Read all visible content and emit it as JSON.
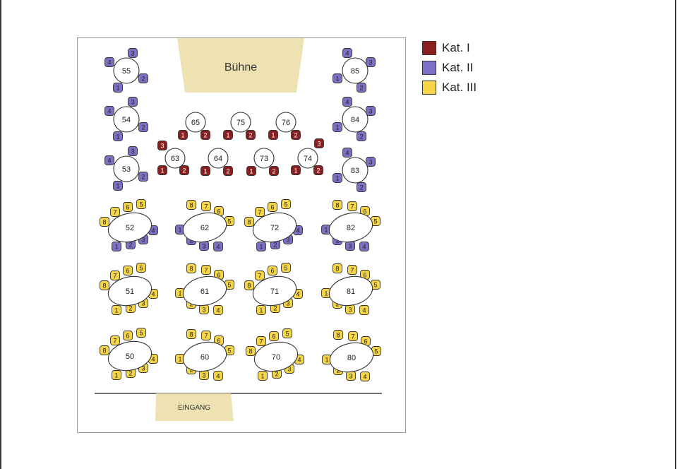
{
  "colors": {
    "kat1": "#8b1f1f",
    "kat2": "#7b70c4",
    "kat3": "#f5d547",
    "stage_fill": "#eee2b3",
    "outline": "#333333"
  },
  "legend": [
    {
      "label": "Kat. I",
      "color": "#8b1f1f"
    },
    {
      "label": "Kat. II",
      "color": "#7b70c4"
    },
    {
      "label": "Kat. III",
      "color": "#f5d547"
    }
  ],
  "plan": {
    "stage_label": "Bühne",
    "entrance_label": "EINGANG"
  },
  "tables": [
    {
      "number": "55",
      "shape": "round",
      "seats": [
        {
          "n": "4",
          "cat": "kat2"
        },
        {
          "n": "3",
          "cat": "kat2"
        },
        {
          "n": "1",
          "cat": "kat2"
        },
        {
          "n": "2",
          "cat": "kat2"
        }
      ]
    },
    {
      "number": "54",
      "shape": "round",
      "seats": [
        {
          "n": "4",
          "cat": "kat2"
        },
        {
          "n": "3",
          "cat": "kat2"
        },
        {
          "n": "1",
          "cat": "kat2"
        },
        {
          "n": "2",
          "cat": "kat2"
        }
      ]
    },
    {
      "number": "53",
      "shape": "round",
      "seats": [
        {
          "n": "4",
          "cat": "kat2"
        },
        {
          "n": "3",
          "cat": "kat2"
        },
        {
          "n": "1",
          "cat": "kat2"
        },
        {
          "n": "2",
          "cat": "kat2"
        }
      ]
    },
    {
      "number": "85",
      "shape": "round",
      "seats": [
        {
          "n": "4",
          "cat": "kat2"
        },
        {
          "n": "3",
          "cat": "kat2"
        },
        {
          "n": "1",
          "cat": "kat2"
        },
        {
          "n": "2",
          "cat": "kat2"
        }
      ]
    },
    {
      "number": "84",
      "shape": "round",
      "seats": [
        {
          "n": "4",
          "cat": "kat2"
        },
        {
          "n": "3",
          "cat": "kat2"
        },
        {
          "n": "1",
          "cat": "kat2"
        },
        {
          "n": "2",
          "cat": "kat2"
        }
      ]
    },
    {
      "number": "83",
      "shape": "round",
      "seats": [
        {
          "n": "4",
          "cat": "kat2"
        },
        {
          "n": "3",
          "cat": "kat2"
        },
        {
          "n": "1",
          "cat": "kat2"
        },
        {
          "n": "2",
          "cat": "kat2"
        }
      ]
    },
    {
      "number": "65",
      "shape": "round",
      "seats": [
        {
          "n": "1",
          "cat": "kat1"
        },
        {
          "n": "2",
          "cat": "kat1"
        }
      ]
    },
    {
      "number": "75",
      "shape": "round",
      "seats": [
        {
          "n": "1",
          "cat": "kat1"
        },
        {
          "n": "2",
          "cat": "kat1"
        }
      ]
    },
    {
      "number": "76",
      "shape": "round",
      "seats": [
        {
          "n": "1",
          "cat": "kat1"
        },
        {
          "n": "2",
          "cat": "kat1"
        }
      ]
    },
    {
      "number": "63",
      "shape": "round",
      "seats": [
        {
          "n": "3",
          "cat": "kat1"
        },
        {
          "n": "1",
          "cat": "kat1"
        },
        {
          "n": "2",
          "cat": "kat1"
        }
      ]
    },
    {
      "number": "64",
      "shape": "round",
      "seats": [
        {
          "n": "1",
          "cat": "kat1"
        },
        {
          "n": "2",
          "cat": "kat1"
        }
      ]
    },
    {
      "number": "73",
      "shape": "round",
      "seats": [
        {
          "n": "1",
          "cat": "kat1"
        },
        {
          "n": "2",
          "cat": "kat1"
        }
      ]
    },
    {
      "number": "74",
      "shape": "round",
      "seats": [
        {
          "n": "3",
          "cat": "kat1"
        },
        {
          "n": "1",
          "cat": "kat1"
        },
        {
          "n": "2",
          "cat": "kat1"
        }
      ]
    },
    {
      "number": "52",
      "shape": "oval",
      "seats": [
        {
          "n": "8",
          "cat": "kat3"
        },
        {
          "n": "7",
          "cat": "kat3"
        },
        {
          "n": "6",
          "cat": "kat3"
        },
        {
          "n": "5",
          "cat": "kat3"
        },
        {
          "n": "4",
          "cat": "kat2"
        },
        {
          "n": "3",
          "cat": "kat2"
        },
        {
          "n": "2",
          "cat": "kat2"
        },
        {
          "n": "1",
          "cat": "kat2"
        }
      ]
    },
    {
      "number": "62",
      "shape": "oval",
      "seats": [
        {
          "n": "8",
          "cat": "kat3"
        },
        {
          "n": "7",
          "cat": "kat3"
        },
        {
          "n": "6",
          "cat": "kat3"
        },
        {
          "n": "5",
          "cat": "kat3"
        },
        {
          "n": "1",
          "cat": "kat2"
        },
        {
          "n": "2",
          "cat": "kat2"
        },
        {
          "n": "3",
          "cat": "kat2"
        },
        {
          "n": "4",
          "cat": "kat2"
        }
      ]
    },
    {
      "number": "72",
      "shape": "oval",
      "seats": [
        {
          "n": "8",
          "cat": "kat3"
        },
        {
          "n": "7",
          "cat": "kat3"
        },
        {
          "n": "6",
          "cat": "kat3"
        },
        {
          "n": "5",
          "cat": "kat3"
        },
        {
          "n": "4",
          "cat": "kat2"
        },
        {
          "n": "3",
          "cat": "kat2"
        },
        {
          "n": "2",
          "cat": "kat2"
        },
        {
          "n": "1",
          "cat": "kat2"
        }
      ]
    },
    {
      "number": "82",
      "shape": "oval",
      "seats": [
        {
          "n": "8",
          "cat": "kat3"
        },
        {
          "n": "7",
          "cat": "kat3"
        },
        {
          "n": "6",
          "cat": "kat3"
        },
        {
          "n": "5",
          "cat": "kat3"
        },
        {
          "n": "1",
          "cat": "kat2"
        },
        {
          "n": "2",
          "cat": "kat2"
        },
        {
          "n": "3",
          "cat": "kat2"
        },
        {
          "n": "4",
          "cat": "kat2"
        }
      ]
    },
    {
      "number": "51",
      "shape": "oval",
      "seats": [
        {
          "n": "8",
          "cat": "kat3"
        },
        {
          "n": "7",
          "cat": "kat3"
        },
        {
          "n": "6",
          "cat": "kat3"
        },
        {
          "n": "5",
          "cat": "kat3"
        },
        {
          "n": "4",
          "cat": "kat3"
        },
        {
          "n": "3",
          "cat": "kat3"
        },
        {
          "n": "2",
          "cat": "kat3"
        },
        {
          "n": "1",
          "cat": "kat3"
        }
      ]
    },
    {
      "number": "61",
      "shape": "oval",
      "seats": [
        {
          "n": "8",
          "cat": "kat3"
        },
        {
          "n": "7",
          "cat": "kat3"
        },
        {
          "n": "6",
          "cat": "kat3"
        },
        {
          "n": "5",
          "cat": "kat3"
        },
        {
          "n": "1",
          "cat": "kat3"
        },
        {
          "n": "2",
          "cat": "kat3"
        },
        {
          "n": "3",
          "cat": "kat3"
        },
        {
          "n": "4",
          "cat": "kat3"
        }
      ]
    },
    {
      "number": "71",
      "shape": "oval",
      "seats": [
        {
          "n": "8",
          "cat": "kat3"
        },
        {
          "n": "7",
          "cat": "kat3"
        },
        {
          "n": "6",
          "cat": "kat3"
        },
        {
          "n": "5",
          "cat": "kat3"
        },
        {
          "n": "4",
          "cat": "kat3"
        },
        {
          "n": "3",
          "cat": "kat3"
        },
        {
          "n": "2",
          "cat": "kat3"
        },
        {
          "n": "1",
          "cat": "kat3"
        }
      ]
    },
    {
      "number": "81",
      "shape": "oval",
      "seats": [
        {
          "n": "8",
          "cat": "kat3"
        },
        {
          "n": "7",
          "cat": "kat3"
        },
        {
          "n": "6",
          "cat": "kat3"
        },
        {
          "n": "5",
          "cat": "kat3"
        },
        {
          "n": "1",
          "cat": "kat3"
        },
        {
          "n": "2",
          "cat": "kat3"
        },
        {
          "n": "3",
          "cat": "kat3"
        },
        {
          "n": "4",
          "cat": "kat3"
        }
      ]
    },
    {
      "number": "50",
      "shape": "oval",
      "seats": [
        {
          "n": "8",
          "cat": "kat3"
        },
        {
          "n": "7",
          "cat": "kat3"
        },
        {
          "n": "6",
          "cat": "kat3"
        },
        {
          "n": "5",
          "cat": "kat3"
        },
        {
          "n": "4",
          "cat": "kat3"
        },
        {
          "n": "3",
          "cat": "kat3"
        },
        {
          "n": "2",
          "cat": "kat3"
        },
        {
          "n": "1",
          "cat": "kat3"
        }
      ]
    },
    {
      "number": "60",
      "shape": "oval",
      "seats": [
        {
          "n": "8",
          "cat": "kat3"
        },
        {
          "n": "7",
          "cat": "kat3"
        },
        {
          "n": "6",
          "cat": "kat3"
        },
        {
          "n": "5",
          "cat": "kat3"
        },
        {
          "n": "1",
          "cat": "kat3"
        },
        {
          "n": "2",
          "cat": "kat3"
        },
        {
          "n": "3",
          "cat": "kat3"
        },
        {
          "n": "4",
          "cat": "kat3"
        }
      ]
    },
    {
      "number": "70",
      "shape": "oval",
      "seats": [
        {
          "n": "8",
          "cat": "kat3"
        },
        {
          "n": "7",
          "cat": "kat3"
        },
        {
          "n": "6",
          "cat": "kat3"
        },
        {
          "n": "5",
          "cat": "kat3"
        },
        {
          "n": "4",
          "cat": "kat3"
        },
        {
          "n": "3",
          "cat": "kat3"
        },
        {
          "n": "2",
          "cat": "kat3"
        },
        {
          "n": "1",
          "cat": "kat3"
        }
      ]
    },
    {
      "number": "80",
      "shape": "oval",
      "seats": [
        {
          "n": "8",
          "cat": "kat3"
        },
        {
          "n": "7",
          "cat": "kat3"
        },
        {
          "n": "6",
          "cat": "kat3"
        },
        {
          "n": "5",
          "cat": "kat3"
        },
        {
          "n": "1",
          "cat": "kat3"
        },
        {
          "n": "2",
          "cat": "kat3"
        },
        {
          "n": "3",
          "cat": "kat3"
        },
        {
          "n": "4",
          "cat": "kat3"
        }
      ]
    }
  ]
}
